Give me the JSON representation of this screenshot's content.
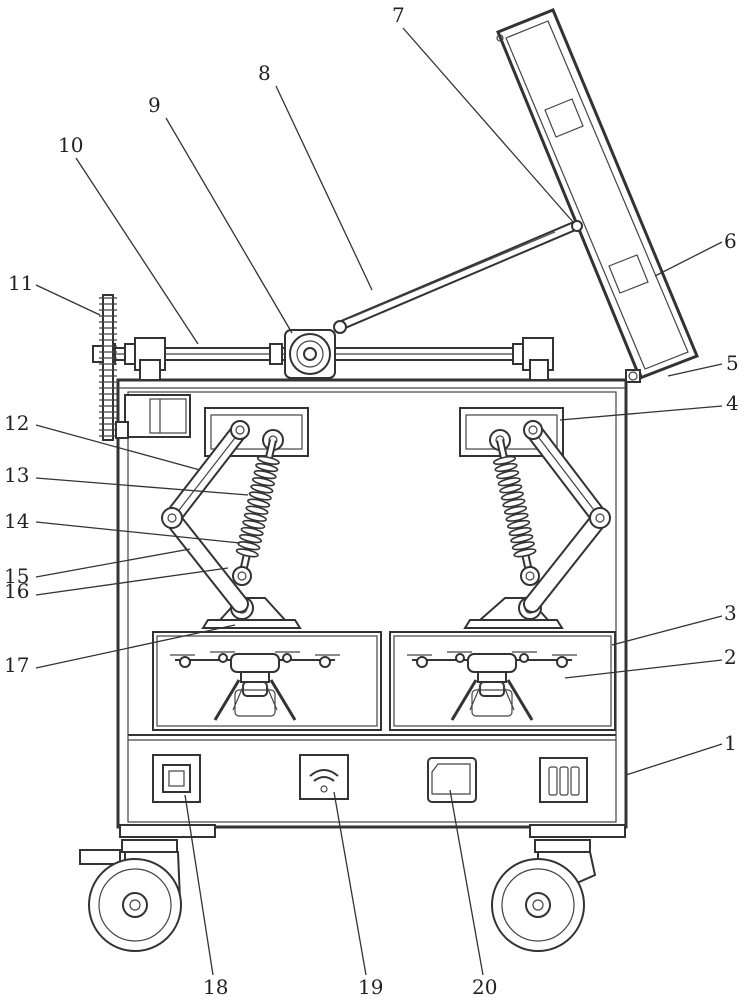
{
  "figure": {
    "callouts": [
      "1",
      "2",
      "3",
      "4",
      "5",
      "6",
      "7",
      "8",
      "9",
      "10",
      "11",
      "12",
      "13",
      "14",
      "15",
      "16",
      "17",
      "18",
      "19",
      "20"
    ]
  },
  "icons": [
    "drone-icon",
    "chip-icon",
    "wifi-icon",
    "screen-icon",
    "battery-icon",
    "caster-wheel-icon",
    "gear-icon",
    "spring-icon"
  ],
  "colors": {
    "line": "#333333",
    "background": "#ffffff"
  }
}
